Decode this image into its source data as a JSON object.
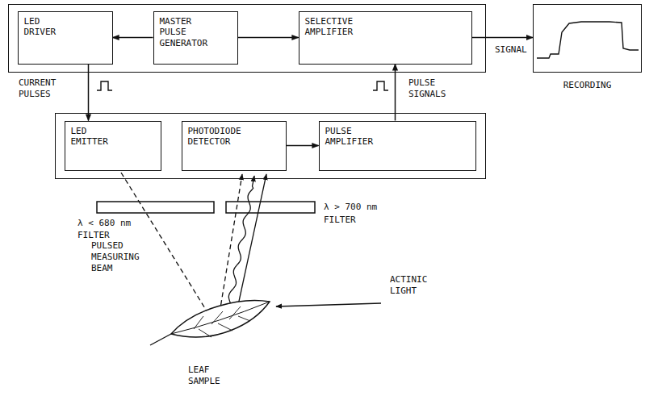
{
  "diagram": {
    "nodes": [
      {
        "text": []
      },
      {
        "text": [
          "LED DRIVER"
        ],
        "in": 0
      },
      {
        "text": [
          "MASTER PULSE GENERATOR"
        ],
        "in": 0
      },
      {
        "text": [
          "SELECTIVE AMPLIFIER"
        ],
        "in": 0
      },
      {
        "text": [
          "RECORDING"
        ]
      },
      {
        "text": []
      },
      {
        "text": [
          "LED EMITTER"
        ],
        "in": 5
      },
      {
        "text": [
          "PHOTODIODE DETECTOR"
        ],
        "in": 5
      },
      {
        "text": [
          "PULSE AMPLIFIER"
        ],
        "in": 5
      }
    ],
    "edges": [
      {
        "from": 2,
        "to": 1,
        "arrow": "to"
      },
      {
        "from": 2,
        "to": 3,
        "arrow": "to"
      },
      {
        "from": 3,
        "to": 4,
        "arrow": "to",
        "label": "SIGNAL"
      },
      {
        "from": 1,
        "to": 6,
        "arrow": "to"
      },
      {
        "from": 7,
        "to": 8,
        "arrow": "to"
      },
      {
        "from": 8,
        "to": 3,
        "arrow": "to"
      }
    ],
    "labels": [
      "CURRENT PULSES",
      "PULSE SIGNALS",
      "λ < 680 nm",
      "FILTER",
      "λ > 700 nm",
      "FILTER",
      "PULSED MEASURING BEAM",
      "ACTINIC LIGHT",
      "LEAF SAMPLE"
    ]
  }
}
